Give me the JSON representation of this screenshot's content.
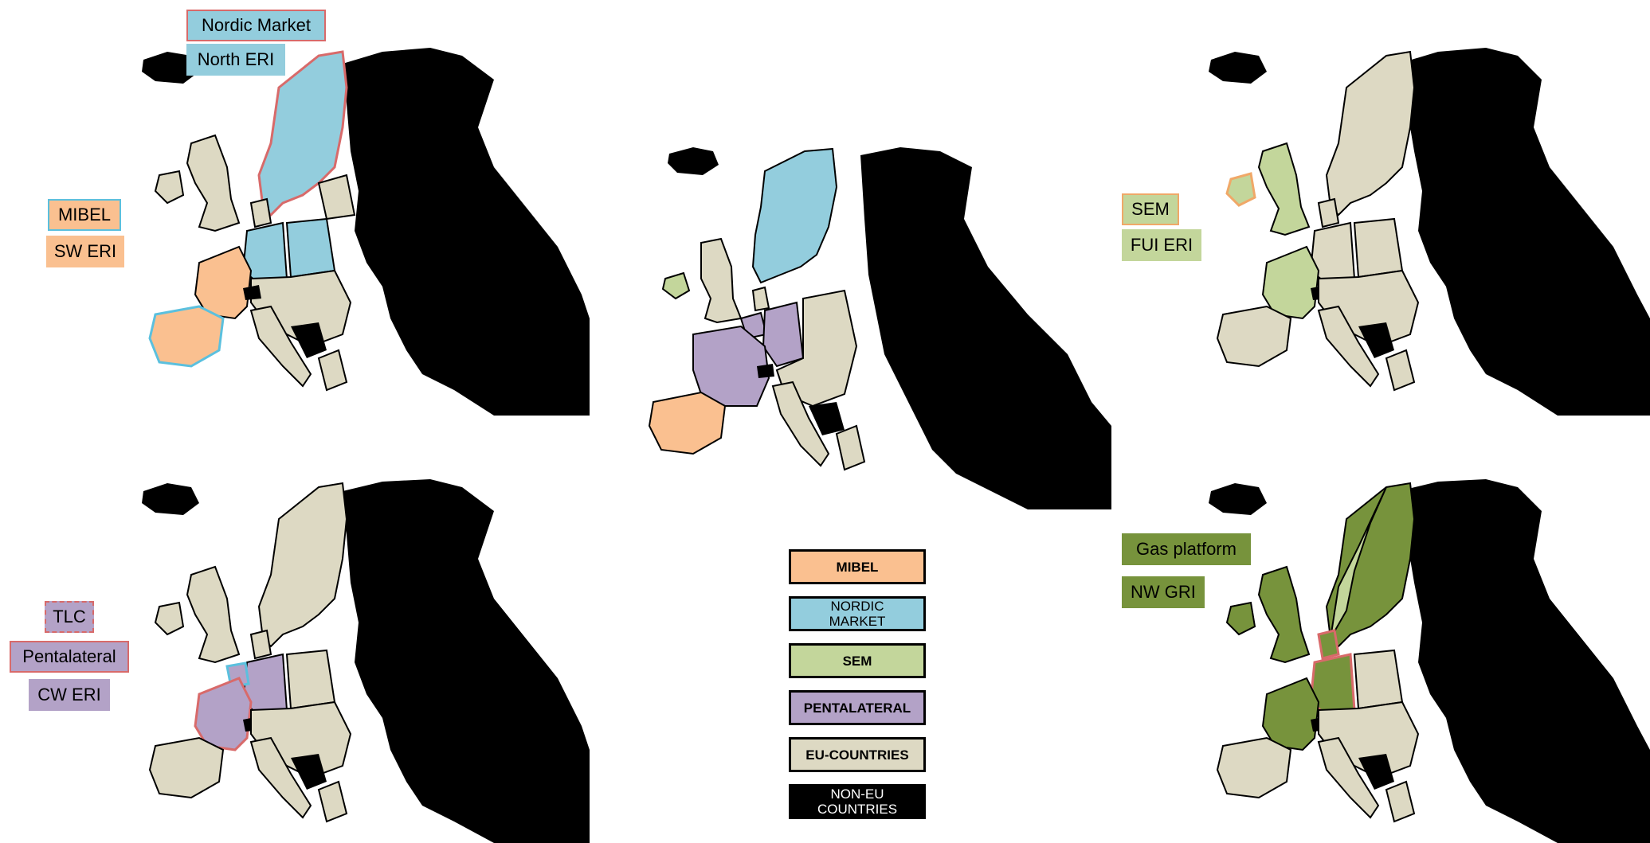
{
  "colors": {
    "mibel": "#FAC090",
    "nordic": "#93CDDD",
    "sem": "#C3D69B",
    "pentalateral": "#B3A2C7",
    "eu": "#DDD9C3",
    "non_eu": "#000000",
    "gas": "#77933C",
    "outline_red": "#D86A6A"
  },
  "maps": {
    "top_left": {
      "labels": [
        "Nordic Market",
        "North ERI",
        "MIBEL",
        "SW ERI"
      ]
    },
    "top_right": {
      "labels": [
        "SEM",
        "FUI ERI"
      ]
    },
    "bottom_left": {
      "labels": [
        "TLC",
        "Pentalateral",
        "CW ERI"
      ]
    },
    "bottom_right": {
      "labels": [
        "Gas platform",
        "NW GRI"
      ]
    }
  },
  "legend": {
    "items": [
      {
        "label": "MIBEL",
        "color": "#FAC090",
        "text_color": "#000000"
      },
      {
        "label": "NORDIC MARKET",
        "color": "#93CDDD",
        "text_color": "#000000"
      },
      {
        "label": "SEM",
        "color": "#C3D69B",
        "text_color": "#000000"
      },
      {
        "label": "PENTALATERAL",
        "color": "#B3A2C7",
        "text_color": "#000000"
      },
      {
        "label": "EU-COUNTRIES",
        "color": "#DDD9C3",
        "text_color": "#000000"
      },
      {
        "label": "NON-EU COUNTRIES",
        "color": "#000000",
        "text_color": "#ffffff"
      }
    ]
  }
}
